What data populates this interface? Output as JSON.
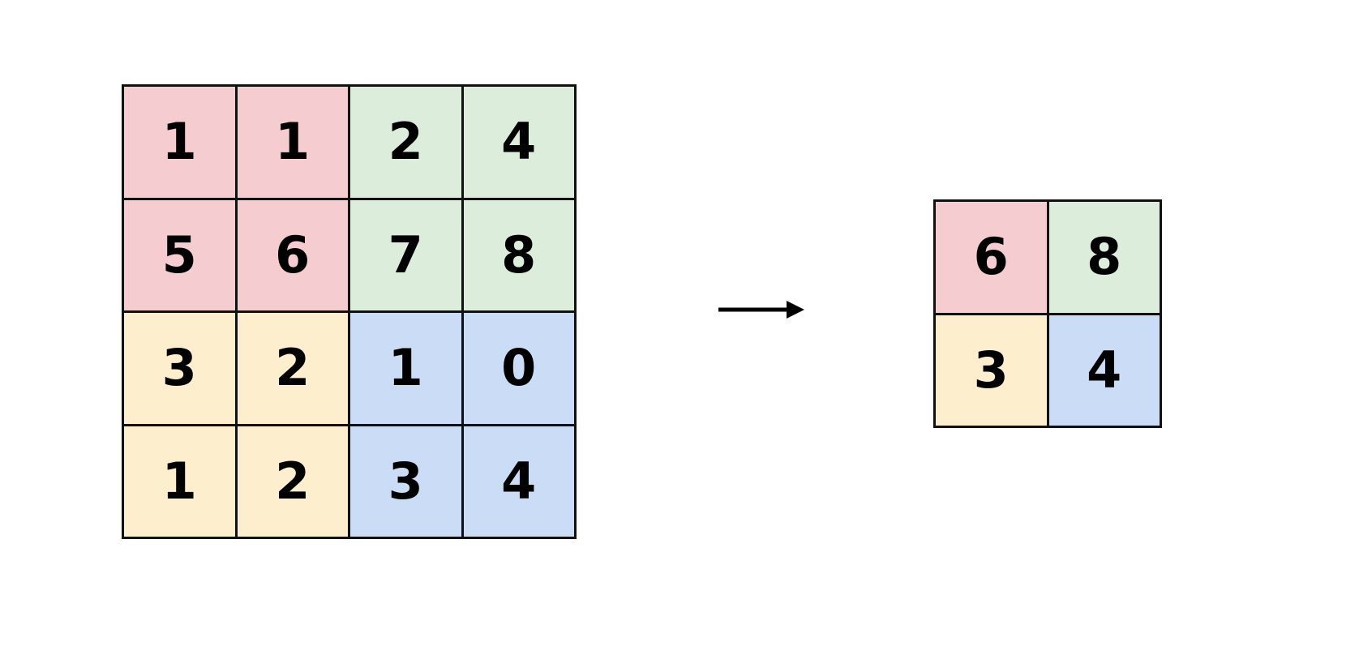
{
  "diagram": {
    "title": "",
    "description": "4x4 colored block grid transformed into a 2x2 grid"
  },
  "palette": {
    "pink": "#f5cdd0",
    "green": "#dceedb",
    "yellow": "#fdefcd",
    "blue": "#cbdcf6",
    "border": "#111111",
    "background": "#ffffff",
    "text": "#000000"
  },
  "arrow": {
    "name": "right-arrow",
    "glyph": "→",
    "color": "#000000",
    "direction": "right"
  },
  "input_grid": {
    "name": "input-grid",
    "rows": 4,
    "cols": 4,
    "cells": [
      {
        "value": "1",
        "color": "pink",
        "row": 0,
        "col": 0
      },
      {
        "value": "1",
        "color": "pink",
        "row": 0,
        "col": 1
      },
      {
        "value": "2",
        "color": "green",
        "row": 0,
        "col": 2
      },
      {
        "value": "4",
        "color": "green",
        "row": 0,
        "col": 3
      },
      {
        "value": "5",
        "color": "pink",
        "row": 1,
        "col": 0
      },
      {
        "value": "6",
        "color": "pink",
        "row": 1,
        "col": 1
      },
      {
        "value": "7",
        "color": "green",
        "row": 1,
        "col": 2
      },
      {
        "value": "8",
        "color": "green",
        "row": 1,
        "col": 3
      },
      {
        "value": "3",
        "color": "yellow",
        "row": 2,
        "col": 0
      },
      {
        "value": "2",
        "color": "yellow",
        "row": 2,
        "col": 1
      },
      {
        "value": "1",
        "color": "blue",
        "row": 2,
        "col": 2
      },
      {
        "value": "0",
        "color": "blue",
        "row": 2,
        "col": 3
      },
      {
        "value": "1",
        "color": "yellow",
        "row": 3,
        "col": 0
      },
      {
        "value": "2",
        "color": "yellow",
        "row": 3,
        "col": 1
      },
      {
        "value": "3",
        "color": "blue",
        "row": 3,
        "col": 2
      },
      {
        "value": "4",
        "color": "blue",
        "row": 3,
        "col": 3
      }
    ]
  },
  "output_grid": {
    "name": "output-grid",
    "rows": 2,
    "cols": 2,
    "cells": [
      {
        "value": "6",
        "color": "pink",
        "row": 0,
        "col": 0
      },
      {
        "value": "8",
        "color": "green",
        "row": 0,
        "col": 1
      },
      {
        "value": "3",
        "color": "yellow",
        "row": 1,
        "col": 0
      },
      {
        "value": "4",
        "color": "blue",
        "row": 1,
        "col": 1
      }
    ]
  }
}
